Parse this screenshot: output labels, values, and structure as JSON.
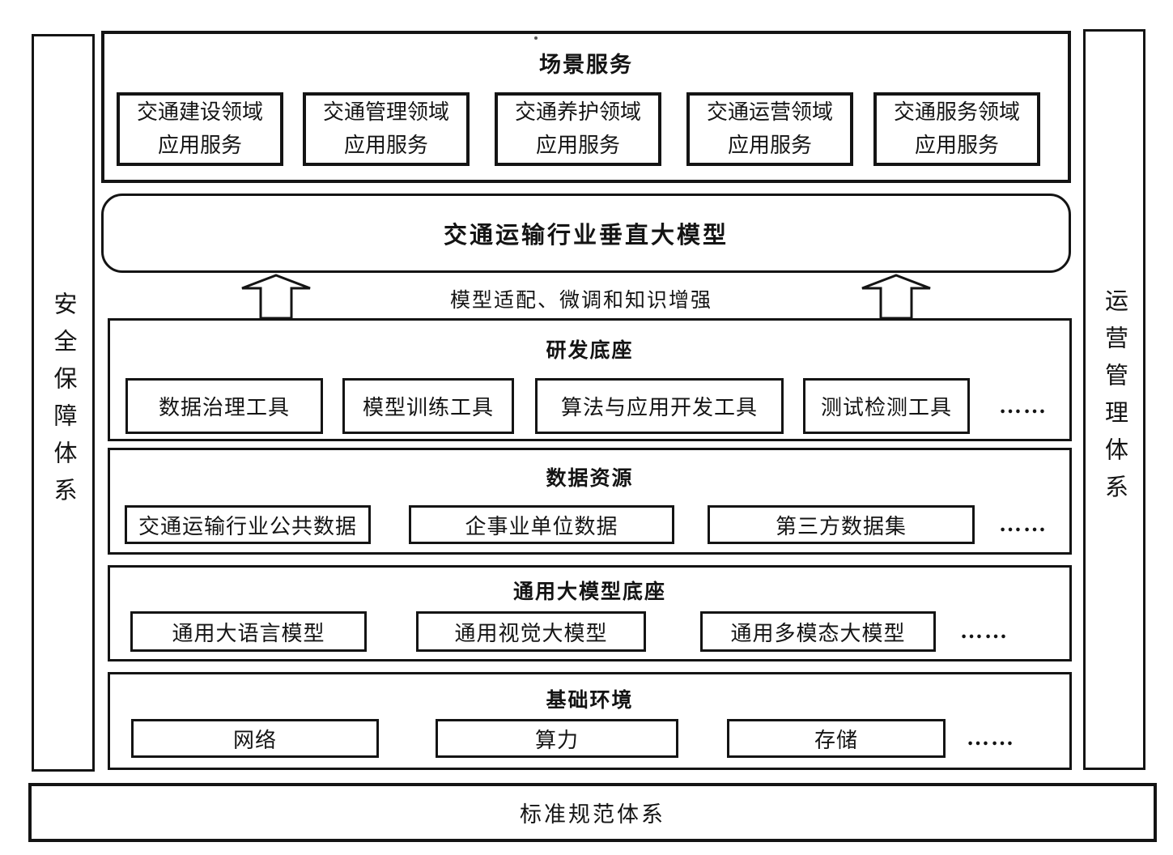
{
  "canvas": {
    "background": "#ffffff",
    "line_color": "#141414"
  },
  "pillars": {
    "left": {
      "label": "安全保障体系"
    },
    "right": {
      "label": "运营管理体系"
    },
    "bottom": {
      "label": "标准规范体系"
    }
  },
  "layers": {
    "scenario": {
      "title": "场景服务",
      "boxes": [
        {
          "label": "交通建设领域\n应用服务"
        },
        {
          "label": "交通管理领域\n应用服务"
        },
        {
          "label": "交通养护领域\n应用服务"
        },
        {
          "label": "交通运营领域\n应用服务"
        },
        {
          "label": "交通服务领域\n应用服务"
        }
      ]
    },
    "vertical_model": {
      "title": "交通运输行业垂直大模型"
    },
    "adaptation": {
      "caption": "模型适配、微调和知识增强"
    },
    "rd_base": {
      "title": "研发底座",
      "boxes": [
        {
          "label": "数据治理工具"
        },
        {
          "label": "模型训练工具"
        },
        {
          "label": "算法与应用开发工具"
        },
        {
          "label": "测试检测工具"
        }
      ],
      "more": "……"
    },
    "data_resources": {
      "title": "数据资源",
      "boxes": [
        {
          "label": "交通运输行业公共数据"
        },
        {
          "label": "企事业单位数据"
        },
        {
          "label": "第三方数据集"
        }
      ],
      "more": "……"
    },
    "general_model": {
      "title": "通用大模型底座",
      "boxes": [
        {
          "label": "通用大语言模型"
        },
        {
          "label": "通用视觉大模型"
        },
        {
          "label": "通用多模态大模型"
        }
      ],
      "more": "……"
    },
    "basic_env": {
      "title": "基础环境",
      "boxes": [
        {
          "label": "网络"
        },
        {
          "label": "算力"
        },
        {
          "label": "存储"
        }
      ],
      "more": "……"
    }
  }
}
